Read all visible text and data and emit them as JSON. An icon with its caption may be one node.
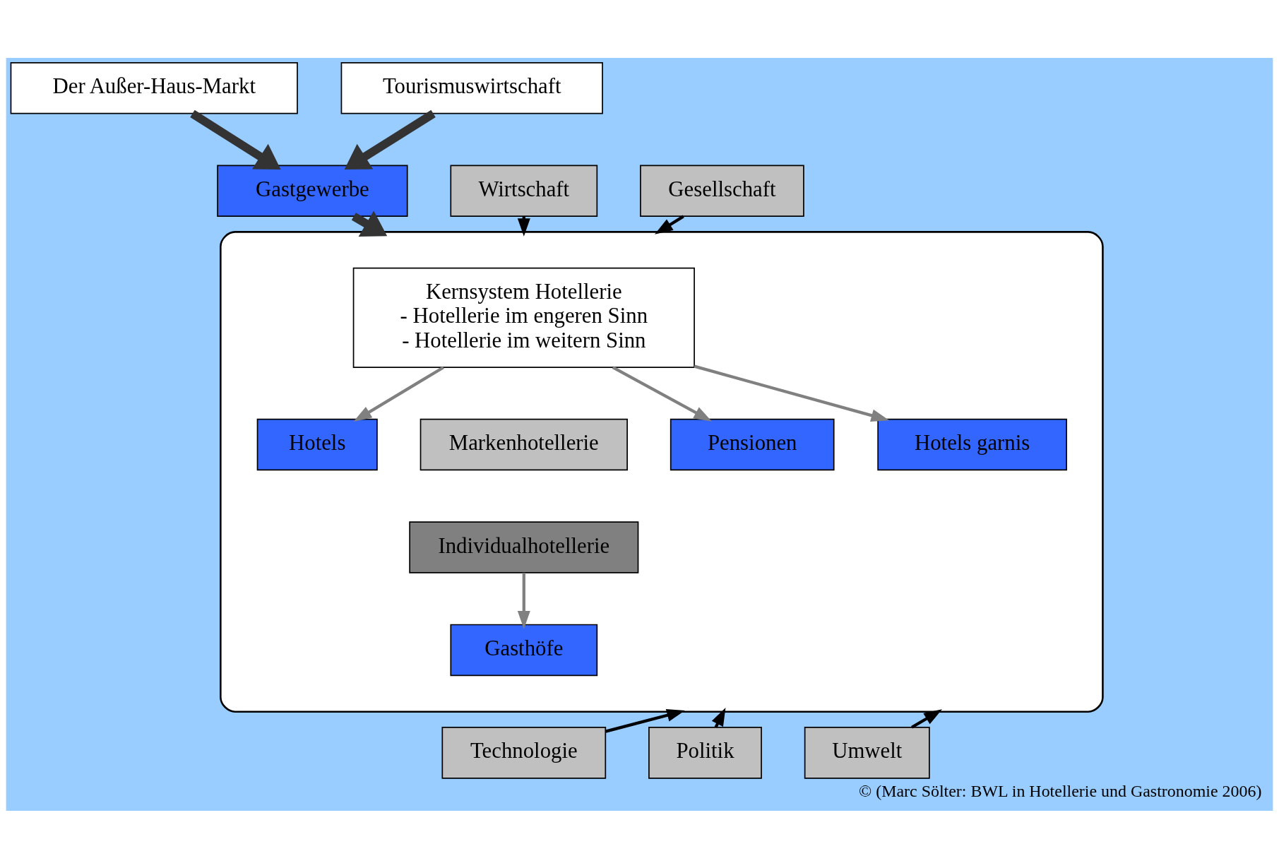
{
  "diagram": {
    "caption": "© (Marc Sölter: BWL in Hotellerie und Gastronomie 2006)",
    "nodes": [
      {
        "text": [
          "Der Außer-Haus-Markt"
        ]
      },
      {
        "text": [
          "Tourismuswirtschaft"
        ]
      },
      {
        "text": [
          "Gastgewerbe"
        ]
      },
      {
        "text": [
          "Wirtschaft"
        ]
      },
      {
        "text": [
          "Gesellschaft"
        ]
      },
      {
        "text": [],
        "shape": "ellipse"
      },
      {
        "text": [
          "Hotels"
        ],
        "in": 5
      },
      {
        "text": [
          "Kernsystem Hotellerie",
          "- Hotellerie im engeren Sinn",
          "- Hotellerie im weitern Sinn"
        ],
        "in": 5
      },
      {
        "text": [
          "Markenhotellerie"
        ],
        "in": 5
      },
      {
        "text": [
          "Individualhotellerie"
        ],
        "in": 5
      },
      {
        "text": [
          "Pensionen"
        ],
        "in": 5
      },
      {
        "text": [
          "Hotels garnis"
        ],
        "in": 5
      },
      {
        "text": [
          "Gasthöfe"
        ],
        "in": 5
      },
      {
        "text": [
          "Politik"
        ]
      },
      {
        "text": [
          "Umwelt"
        ]
      },
      {
        "text": [
          "Technologie"
        ]
      }
    ],
    "edges": [
      {
        "from": 0,
        "to": 2,
        "arrow": "to",
        "style": "thick",
        "color": "#333333"
      },
      {
        "from": 1,
        "to": 2,
        "arrow": "to",
        "style": "thick",
        "color": "#333333"
      },
      {
        "from": 2,
        "to": 5,
        "arrow": "to",
        "style": "thick",
        "color": "#333333"
      },
      {
        "from": 3,
        "to": 5,
        "arrow": "to"
      },
      {
        "from": 4,
        "to": 5,
        "arrow": "to"
      },
      {
        "from": 7,
        "to": 6,
        "arrow": "to",
        "color": "#808080"
      },
      {
        "from": 7,
        "to": 10,
        "arrow": "to",
        "color": "#808080"
      },
      {
        "from": 7,
        "to": 11,
        "arrow": "to",
        "color": "#808080"
      },
      {
        "from": 9,
        "to": 12,
        "arrow": "to",
        "color": "#808080"
      },
      {
        "from": 13,
        "to": 5,
        "arrow": "to"
      },
      {
        "from": 14,
        "to": 5,
        "arrow": "to"
      },
      {
        "from": 15,
        "to": 5,
        "arrow": "to"
      }
    ]
  }
}
